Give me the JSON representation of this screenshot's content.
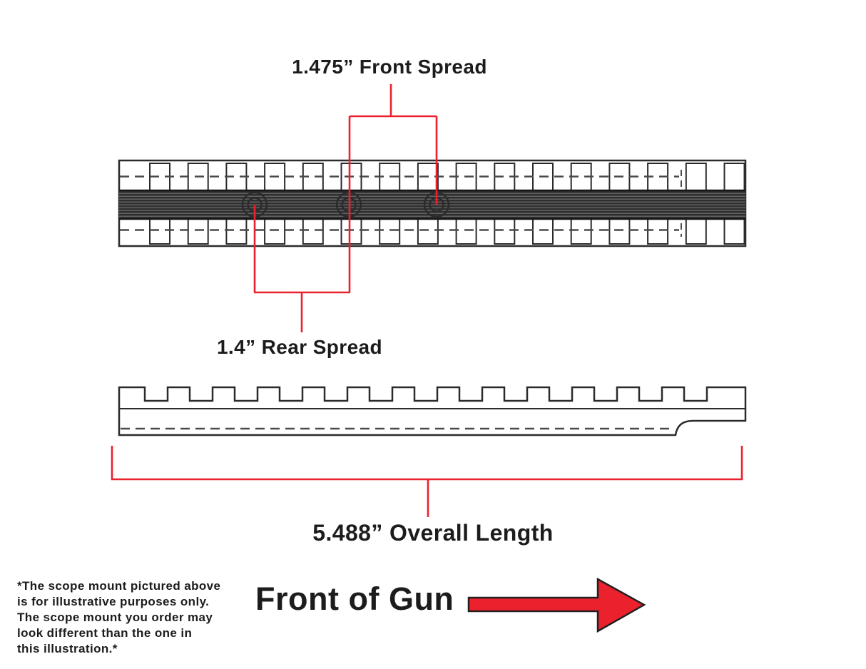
{
  "colors": {
    "accent_red": "#EC212E",
    "line_dark": "#2B2B2B"
  },
  "labels": {
    "front_spread": "1.475” Front Spread",
    "rear_spread": "1.4” Rear Spread",
    "overall_length": "5.488” Overall Length",
    "front_of_gun": "Front of Gun"
  },
  "measurements": {
    "front_spread_inches": 1.475,
    "rear_spread_inches": 1.4,
    "overall_length_inches": 5.488,
    "screw_hole_count": 3
  },
  "disclaimer": "*The scope mount pictured above\nis for illustrative purposes only.\nThe scope mount you order may\nlook different than the one in\nthis illustration.*"
}
